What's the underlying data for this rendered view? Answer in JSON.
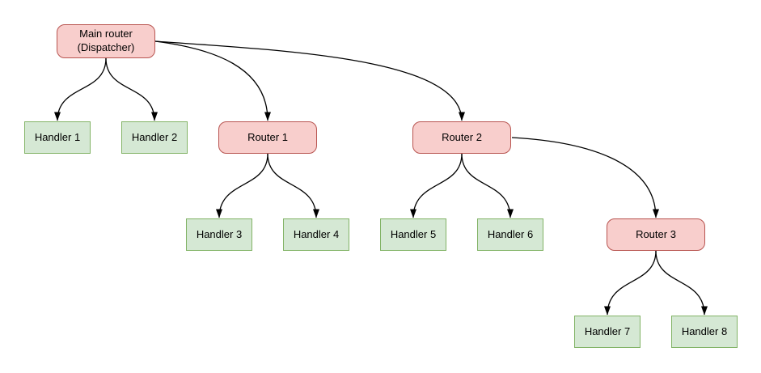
{
  "colors": {
    "background": "#ffffff",
    "text": "#000000",
    "edge": "#000000",
    "router_fill": "#f8cecc",
    "router_border": "#b85450",
    "handler_fill": "#d5e8d4",
    "handler_border": "#82b366"
  },
  "nodes": {
    "main_router": {
      "label": "Main router\n(Dispatcher)",
      "type": "router"
    },
    "handler1": {
      "label": "Handler 1",
      "type": "handler"
    },
    "handler2": {
      "label": "Handler 2",
      "type": "handler"
    },
    "router1": {
      "label": "Router 1",
      "type": "router"
    },
    "router2": {
      "label": "Router 2",
      "type": "router"
    },
    "handler3": {
      "label": "Handler 3",
      "type": "handler"
    },
    "handler4": {
      "label": "Handler 4",
      "type": "handler"
    },
    "handler5": {
      "label": "Handler 5",
      "type": "handler"
    },
    "handler6": {
      "label": "Handler 6",
      "type": "handler"
    },
    "router3": {
      "label": "Router 3",
      "type": "router"
    },
    "handler7": {
      "label": "Handler 7",
      "type": "handler"
    },
    "handler8": {
      "label": "Handler 8",
      "type": "handler"
    }
  },
  "edges": [
    {
      "from": "main_router",
      "to": "handler1"
    },
    {
      "from": "main_router",
      "to": "handler2"
    },
    {
      "from": "main_router",
      "to": "router1"
    },
    {
      "from": "main_router",
      "to": "router2"
    },
    {
      "from": "router1",
      "to": "handler3"
    },
    {
      "from": "router1",
      "to": "handler4"
    },
    {
      "from": "router2",
      "to": "handler5"
    },
    {
      "from": "router2",
      "to": "handler6"
    },
    {
      "from": "router2",
      "to": "router3"
    },
    {
      "from": "router3",
      "to": "handler7"
    },
    {
      "from": "router3",
      "to": "handler8"
    }
  ]
}
